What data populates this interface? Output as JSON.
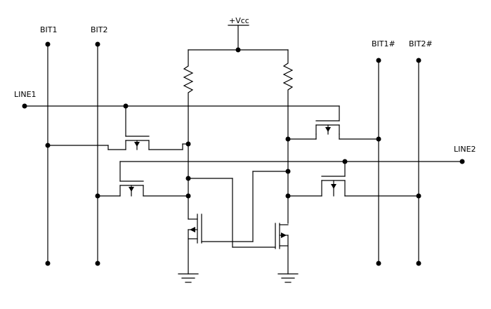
{
  "labels": {
    "vcc": "+Vcc",
    "bit1": "BIT1",
    "bit2": "BIT2",
    "bit1n": "BIT1#",
    "bit2n": "BIT2#",
    "line1": "LINE1",
    "line2": "LINE2"
  }
}
